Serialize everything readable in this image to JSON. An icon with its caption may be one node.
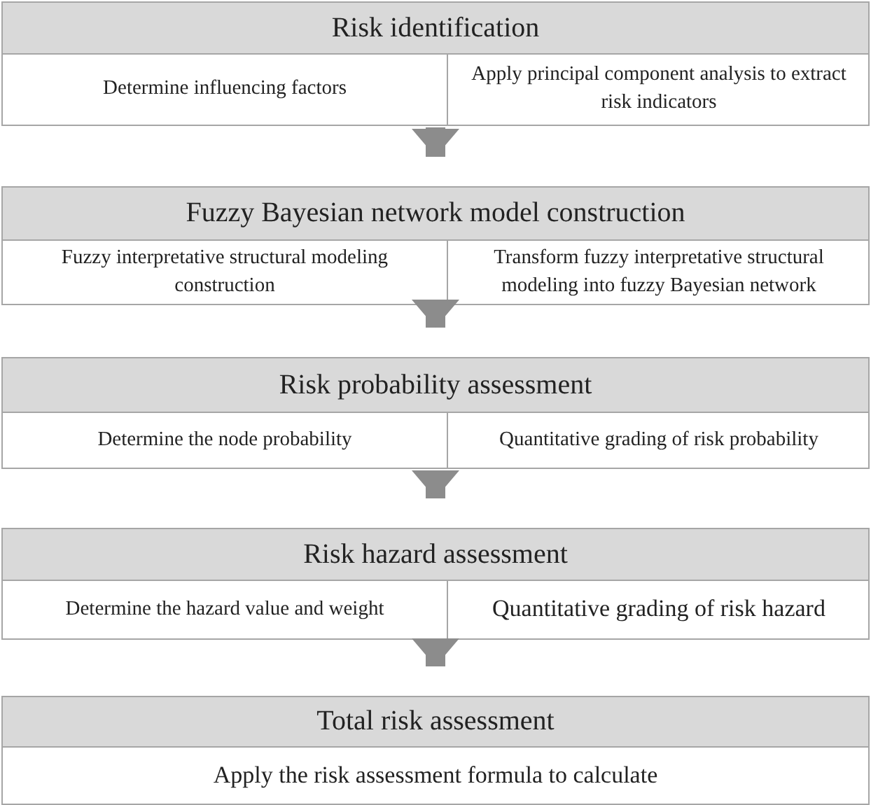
{
  "diagram": {
    "nodes": [
      {
        "text": [
          "Risk identification"
        ]
      },
      {
        "text": [
          "Determine influencing factors"
        ],
        "in": 0
      },
      {
        "text": [
          "Apply principal component analysis to extract risk indicators"
        ],
        "in": 0
      },
      {
        "text": [
          "Fuzzy Bayesian network model construction"
        ]
      },
      {
        "text": [
          "Fuzzy interpretative structural modeling construction"
        ],
        "in": 3
      },
      {
        "text": [
          "Transform fuzzy interpretative structural modeling into fuzzy Bayesian network"
        ],
        "in": 3
      },
      {
        "text": [
          "Risk probability assessment"
        ]
      },
      {
        "text": [
          "Determine the node probability"
        ],
        "in": 6
      },
      {
        "text": [
          "Quantitative grading of risk probability"
        ],
        "in": 6
      },
      {
        "text": [
          "Risk hazard assessment"
        ]
      },
      {
        "text": [
          "Determine the hazard value and weight"
        ],
        "in": 9
      },
      {
        "text": [
          "Quantitative grading of risk hazard"
        ],
        "in": 9
      },
      {
        "text": [
          "Total risk assessment"
        ]
      },
      {
        "text": [
          "Apply the risk assessment formula to calculate"
        ],
        "in": 12
      }
    ],
    "edges": [
      {
        "from": 0,
        "to": 3,
        "arrow": "to"
      },
      {
        "from": 3,
        "to": 6,
        "arrow": "to"
      },
      {
        "from": 6,
        "to": 9,
        "arrow": "to"
      },
      {
        "from": 9,
        "to": 12,
        "arrow": "to"
      }
    ]
  }
}
